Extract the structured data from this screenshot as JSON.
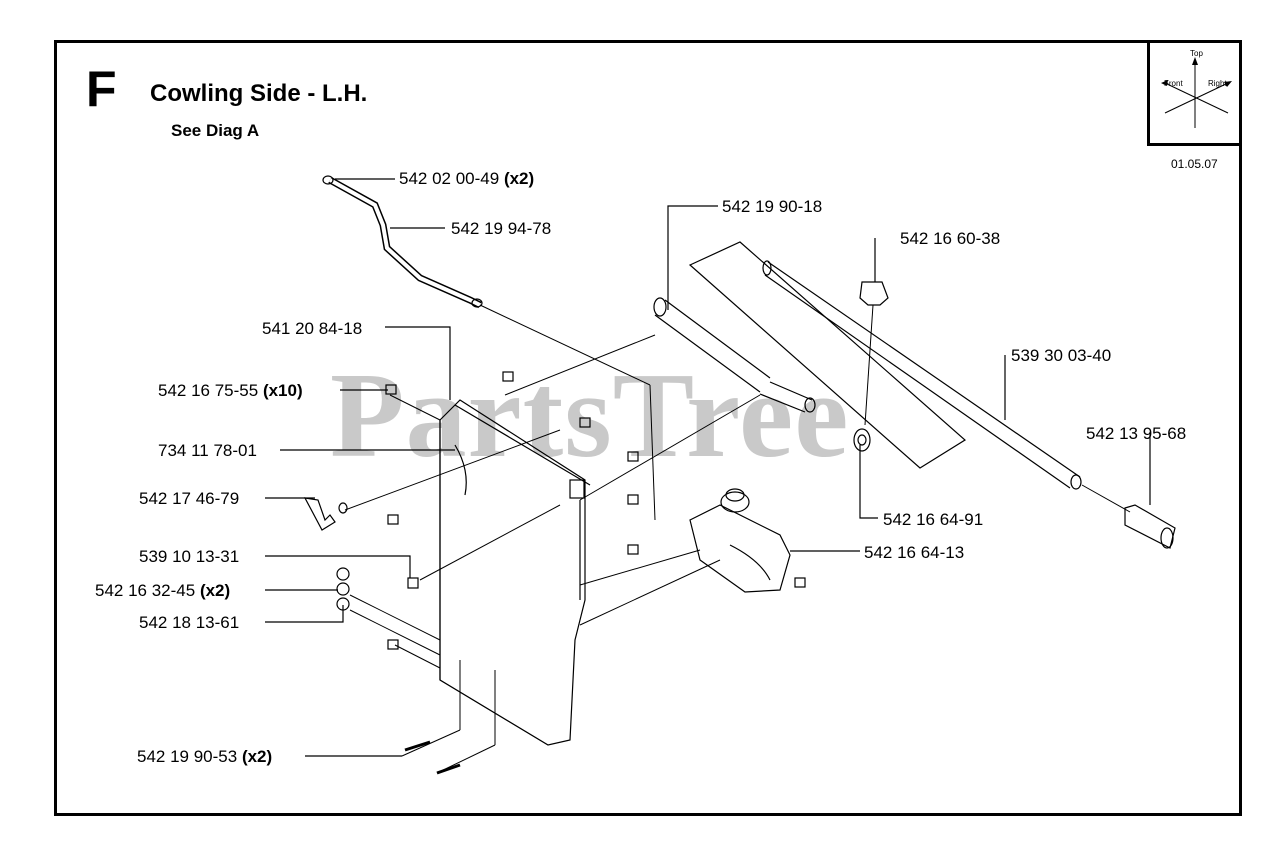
{
  "header": {
    "section": "F",
    "title": "Cowling Side - L.H.",
    "subtitle": "See Diag A",
    "date": "01.05.07"
  },
  "orientation": {
    "top": "Top",
    "front": "Front",
    "right": "Right"
  },
  "watermark": "PartsTree",
  "parts": [
    {
      "num": "542 02 00-49",
      "qty": "(x2)"
    },
    {
      "num": "542 19 94-78",
      "qty": ""
    },
    {
      "num": "542 19 90-18",
      "qty": ""
    },
    {
      "num": "542 16 60-38",
      "qty": ""
    },
    {
      "num": "541 20 84-18",
      "qty": ""
    },
    {
      "num": "539 30 03-40",
      "qty": ""
    },
    {
      "num": "542 16 75-55",
      "qty": "(x10)"
    },
    {
      "num": "542 13 95-68",
      "qty": ""
    },
    {
      "num": "734 11 78-01",
      "qty": ""
    },
    {
      "num": "542 17 46-79",
      "qty": ""
    },
    {
      "num": "542 16 64-91",
      "qty": ""
    },
    {
      "num": "539 10 13-31",
      "qty": ""
    },
    {
      "num": "542 16 64-13",
      "qty": ""
    },
    {
      "num": "542 16 32-45",
      "qty": "(x2)"
    },
    {
      "num": "542 18 13-61",
      "qty": ""
    },
    {
      "num": "542 19 90-53",
      "qty": "(x2)"
    }
  ]
}
